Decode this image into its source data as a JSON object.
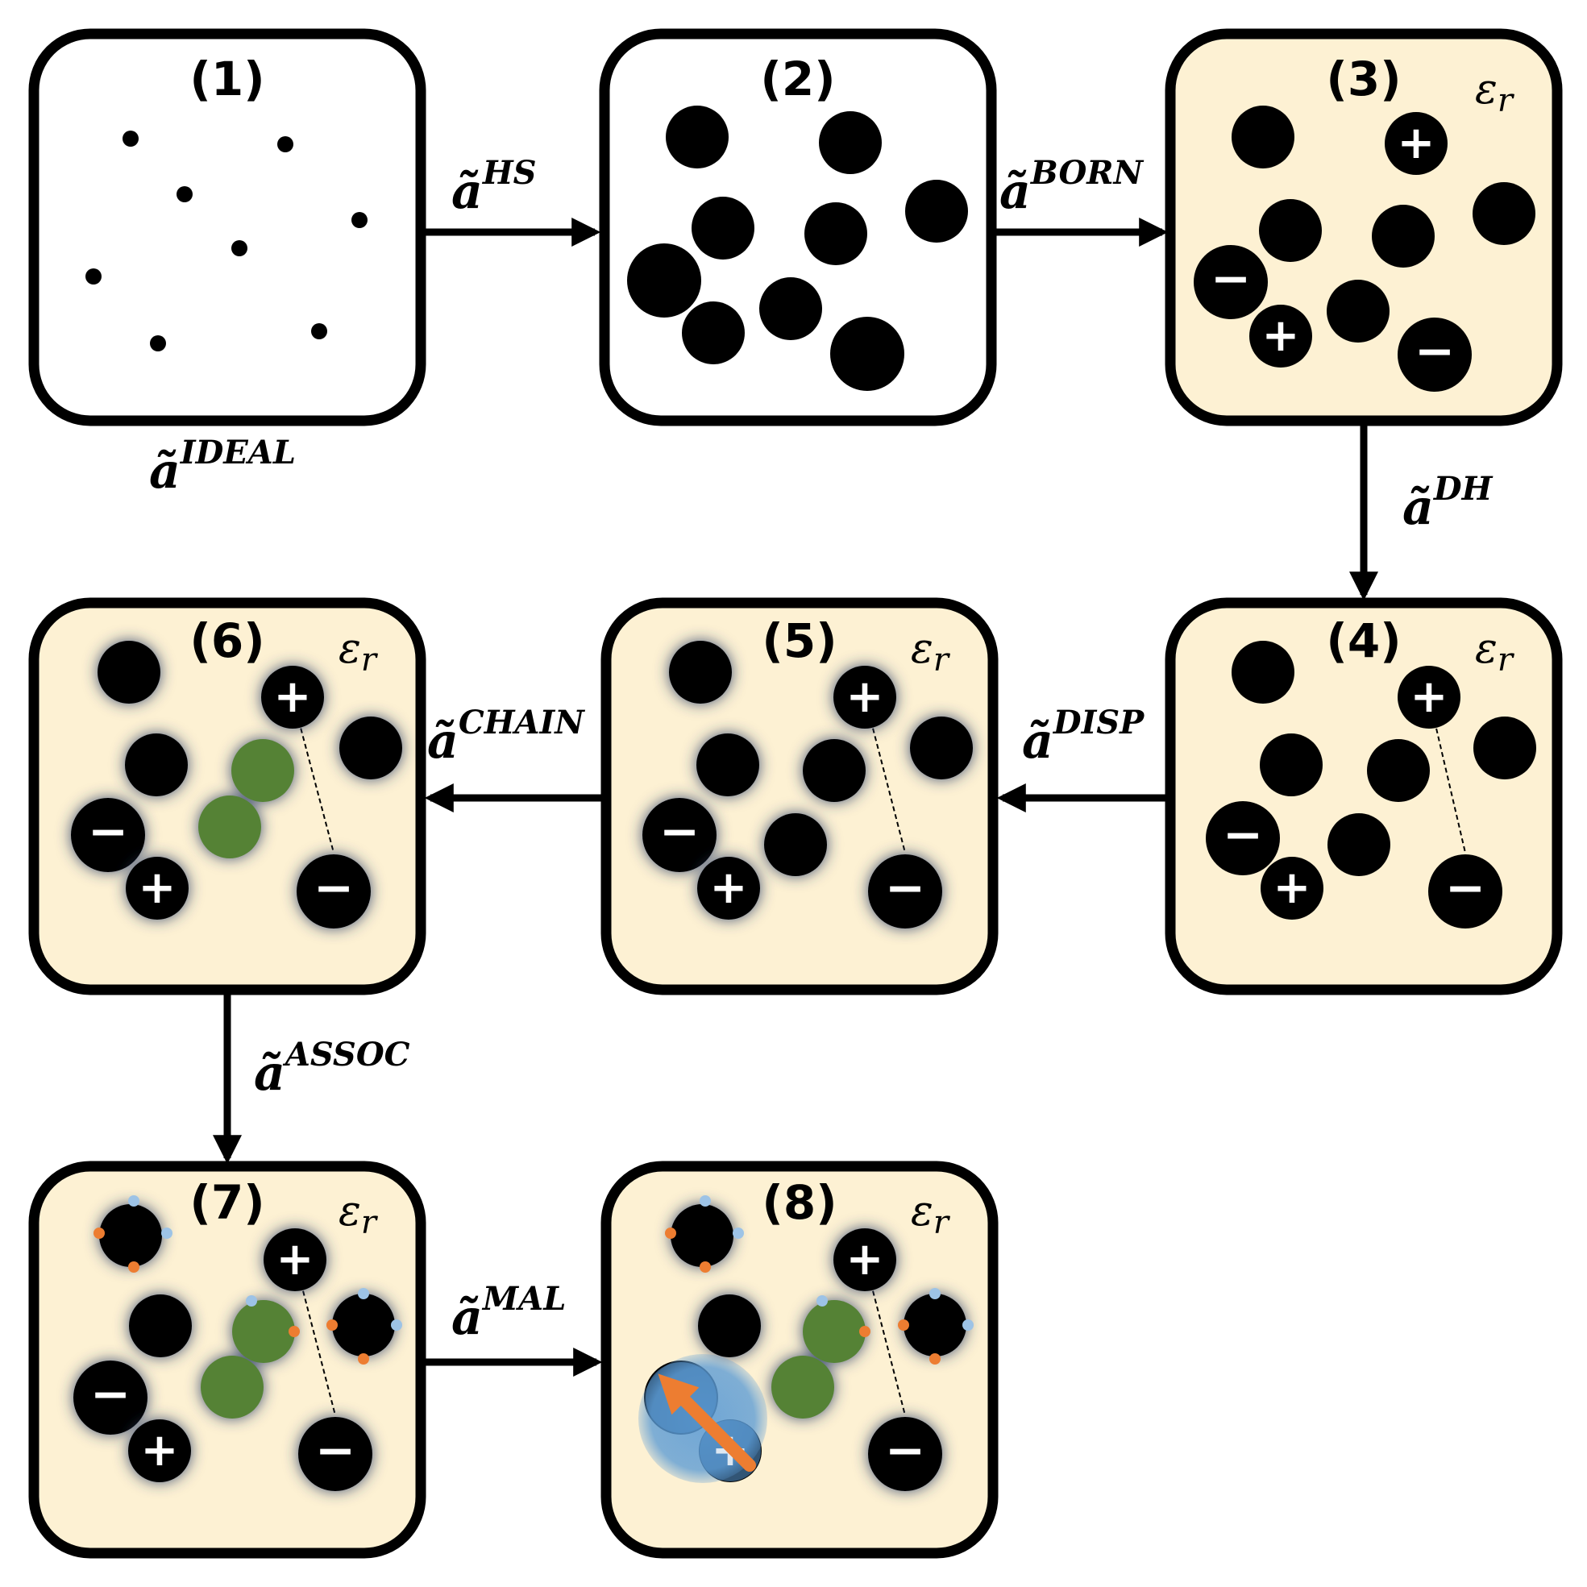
{
  "panels": [
    {
      "id": "1",
      "label": "(1)",
      "medium": false,
      "eps": ""
    },
    {
      "id": "2",
      "label": "(2)",
      "medium": false,
      "eps": ""
    },
    {
      "id": "3",
      "label": "(3)",
      "medium": true,
      "eps": "ε"
    },
    {
      "id": "4",
      "label": "(4)",
      "medium": true,
      "eps": "ε"
    },
    {
      "id": "5",
      "label": "(5)",
      "medium": true,
      "eps": "ε"
    },
    {
      "id": "6",
      "label": "(6)",
      "medium": true,
      "eps": "ε"
    },
    {
      "id": "7",
      "label": "(7)",
      "medium": true,
      "eps": "ε"
    },
    {
      "id": "8",
      "label": "(8)",
      "medium": true,
      "eps": "ε"
    }
  ],
  "eps_subscript": "r",
  "terms": {
    "base": "ã",
    "ideal": "IDEAL",
    "hs": "HS",
    "born": "BORN",
    "dh": "DH",
    "disp": "DISP",
    "chain": "CHAIN",
    "assoc": "ASSOC",
    "mal": "MAL"
  },
  "signs": {
    "plus": "+",
    "minus": "−"
  },
  "colors": {
    "panel_fill_medium": "#fdf1d3",
    "panel_fill_vacuum": "#ffffff",
    "border": "#000000",
    "particle": "#000000",
    "glow": "#2f3f6a",
    "chain_segment": "#548235",
    "site_orange": "#ed7d31",
    "site_blue": "#9dc3e6",
    "dipole_cloud": "#5b9bd5",
    "dipole_arrow": "#ed7d31"
  }
}
